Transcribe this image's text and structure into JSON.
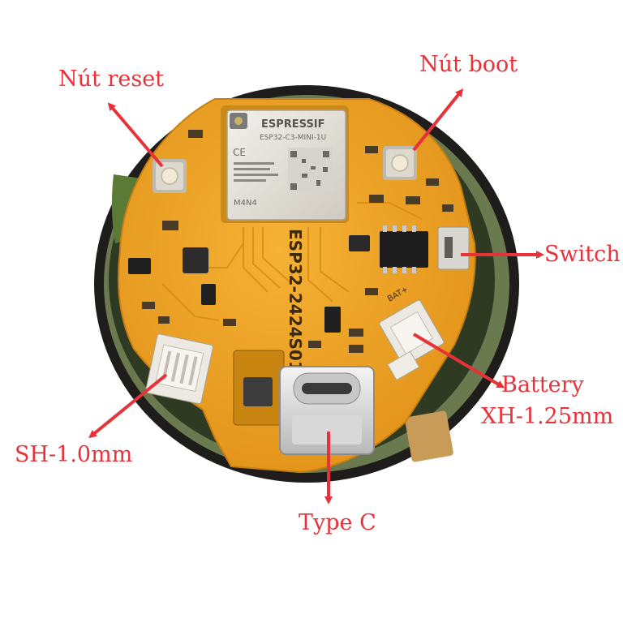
{
  "labels": {
    "reset": "Nút reset",
    "boot": "Nút boot",
    "switch": "Switch",
    "battery_line1": "Battery",
    "battery_line2": "XH-1.25mm",
    "sh_connector": "SH-1.0mm",
    "type_c": "Type C"
  },
  "board": {
    "module_brand": "ESPRESSIF",
    "module_model": "ESP32-C3-MINI-1U",
    "module_code": "M4N4",
    "module_ce": "CE",
    "silkscreen_name": "ESP32-2424S012",
    "battery_port_mark": "BAT+"
  },
  "colors": {
    "annotation": "#e8323a",
    "pcb": "#f0a21b",
    "pcb_dark": "#c97f10",
    "display_bezel": "#1e1d1c",
    "module_shield": "#e6e3dc",
    "background": "#ffffff"
  }
}
